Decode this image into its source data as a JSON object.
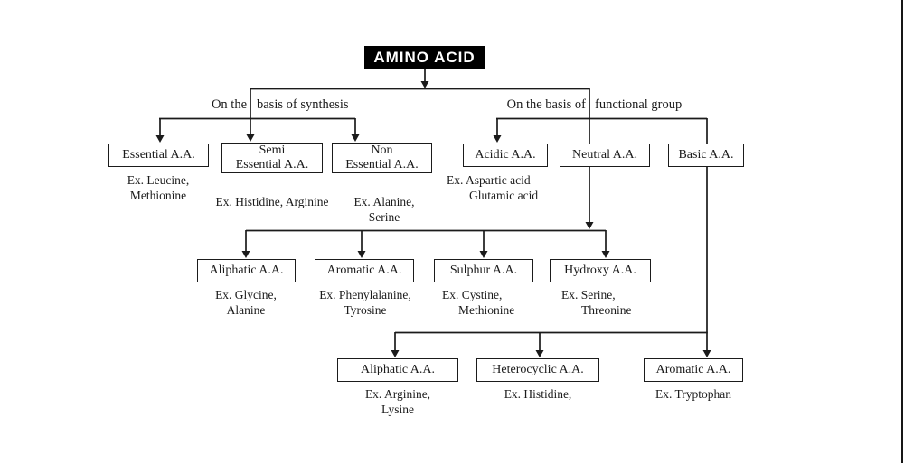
{
  "figure": {
    "title": "AMINO ACID",
    "branches": [
      {
        "id": "synthesis",
        "label_parts": [
          "On the",
          "basis of synthesis"
        ],
        "nodes": [
          {
            "id": "essential",
            "label_lines": [
              "Essential A.A."
            ],
            "example_lines": [
              "Ex. Leucine,",
              "Methionine"
            ]
          },
          {
            "id": "semi-essential",
            "label_lines": [
              "Semi",
              "Essential A.A."
            ],
            "example_lines": [
              "Ex. Histidine, Arginine"
            ]
          },
          {
            "id": "non-essential",
            "label_lines": [
              "Non",
              "Essential A.A."
            ],
            "example_lines": [
              "Ex. Alanine,",
              "Serine"
            ]
          }
        ]
      },
      {
        "id": "functional-group",
        "label_parts": [
          "On the basis of",
          "functional group"
        ],
        "nodes": [
          {
            "id": "acidic",
            "label_lines": [
              "Acidic A.A."
            ],
            "example_lines": [
              "Ex. Aspartic acid",
              "Glutamic acid"
            ]
          },
          {
            "id": "neutral",
            "label_lines": [
              "Neutral A.A."
            ],
            "example_lines": [],
            "children": [
              {
                "id": "aliphatic-neutral",
                "label_lines": [
                  "Aliphatic A.A."
                ],
                "example_lines": [
                  "Ex. Glycine,",
                  "Alanine"
                ]
              },
              {
                "id": "aromatic-neutral",
                "label_lines": [
                  "Aromatic A.A."
                ],
                "example_lines": [
                  "Ex. Phenylalanine,",
                  "Tyrosine"
                ]
              },
              {
                "id": "sulphur",
                "label_lines": [
                  "Sulphur A.A."
                ],
                "example_lines": [
                  "Ex. Cystine,",
                  "Methionine"
                ]
              },
              {
                "id": "hydroxy",
                "label_lines": [
                  "Hydroxy A.A."
                ],
                "example_lines": [
                  "Ex. Serine,",
                  "Threonine"
                ]
              }
            ]
          },
          {
            "id": "basic",
            "label_lines": [
              "Basic A.A."
            ],
            "example_lines": [],
            "children": [
              {
                "id": "aliphatic-basic",
                "label_lines": [
                  "Aliphatic A.A."
                ],
                "example_lines": [
                  "Ex. Arginine,",
                  "Lysine"
                ]
              },
              {
                "id": "heterocyclic",
                "label_lines": [
                  "Heterocyclic A.A."
                ],
                "example_lines": [
                  "Ex. Histidine,"
                ]
              },
              {
                "id": "aromatic-basic",
                "label_lines": [
                  "Aromatic A.A."
                ],
                "example_lines": [
                  "Ex. Tryptophan"
                ]
              }
            ]
          }
        ]
      }
    ],
    "colors": {
      "ink": "#1b1b1b",
      "title_bg": "#000000",
      "title_fg": "#ffffff",
      "background": "#ffffff"
    }
  }
}
